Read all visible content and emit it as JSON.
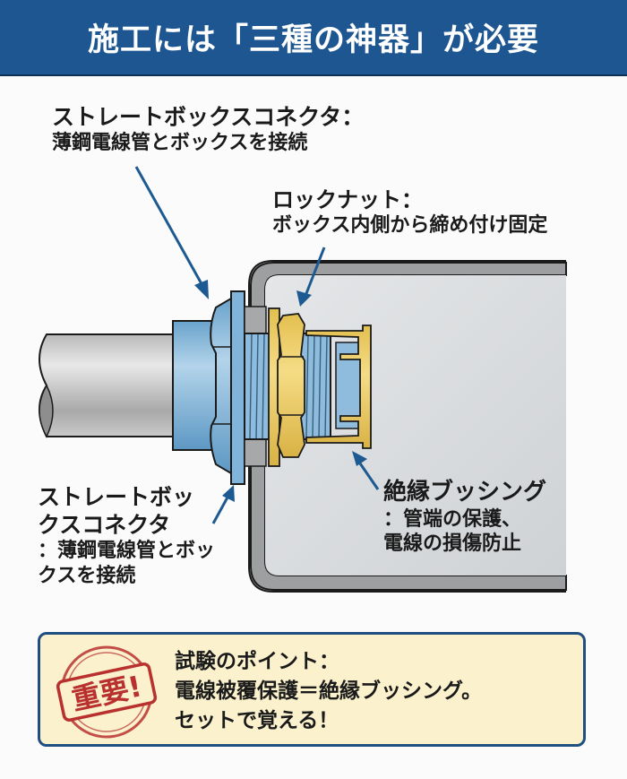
{
  "header": {
    "title": "施工には「三種の神器」が必要"
  },
  "labels": {
    "connector_top": {
      "title": "ストレートボックスコネクタ：",
      "desc": "薄鋼電線管とボックスを接続"
    },
    "locknut": {
      "title": "ロックナット：",
      "desc": "ボックス内側から締め付け固定"
    },
    "connector_left": {
      "title": "ストレートボックスコネクタ",
      "desc": "：薄鋼電線管とボックスを接続"
    },
    "bushing": {
      "title": "絶縁ブッシング",
      "desc_line1": "：管端の保護、",
      "desc_line2": "電線の損傷防止"
    }
  },
  "note": {
    "stamp_text": "重要!",
    "line1": "試験のポイント：",
    "line2": "電線被覆保護＝絶縁ブッシング。",
    "line3": "セットで覚える！"
  },
  "colors": {
    "header_bg": "#1d5690",
    "connector_blue": "#7fb3d8",
    "brass": "#e8c75a",
    "box_gray": "#d7dadd",
    "arrow": "#1e5a92",
    "note_bg": "#fbf2cd",
    "stamp_red": "#b8312f"
  }
}
